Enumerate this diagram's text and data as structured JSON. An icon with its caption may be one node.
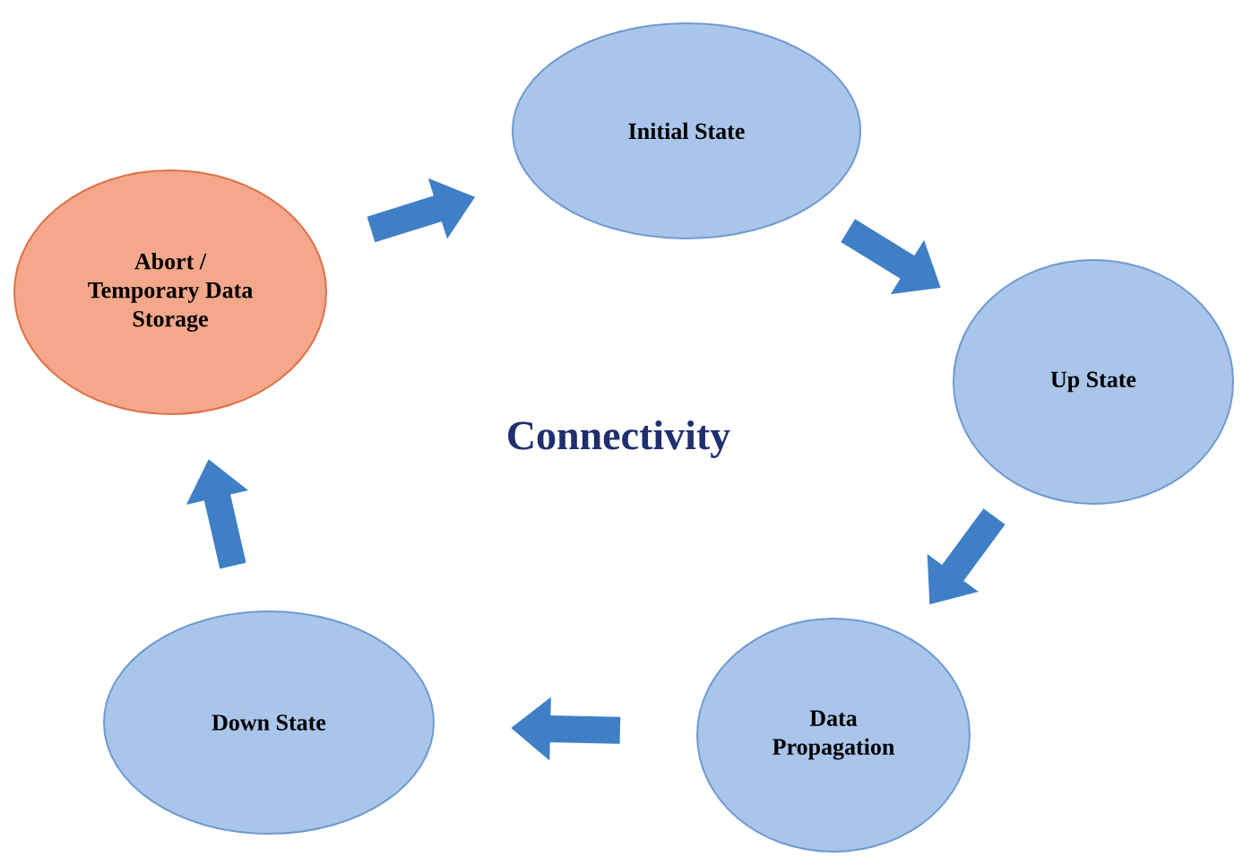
{
  "diagram": {
    "nodes": [
      {
        "text": [
          "Initial State"
        ]
      },
      {
        "text": [
          "Up State"
        ]
      },
      {
        "text": [
          "Data Propagation"
        ]
      },
      {
        "text": [
          "Down State"
        ]
      },
      {
        "text": [
          "Abort / Temporary Data Storage"
        ]
      }
    ],
    "edges": [
      {
        "from": 4,
        "to": 0,
        "arrow": "to"
      },
      {
        "from": 0,
        "to": 1,
        "arrow": "to"
      },
      {
        "from": 1,
        "to": 2,
        "arrow": "to"
      },
      {
        "from": 2,
        "to": 3,
        "arrow": "to"
      },
      {
        "from": 3,
        "to": 4,
        "arrow": "to"
      }
    ],
    "labels": [
      "Connectivity"
    ]
  }
}
